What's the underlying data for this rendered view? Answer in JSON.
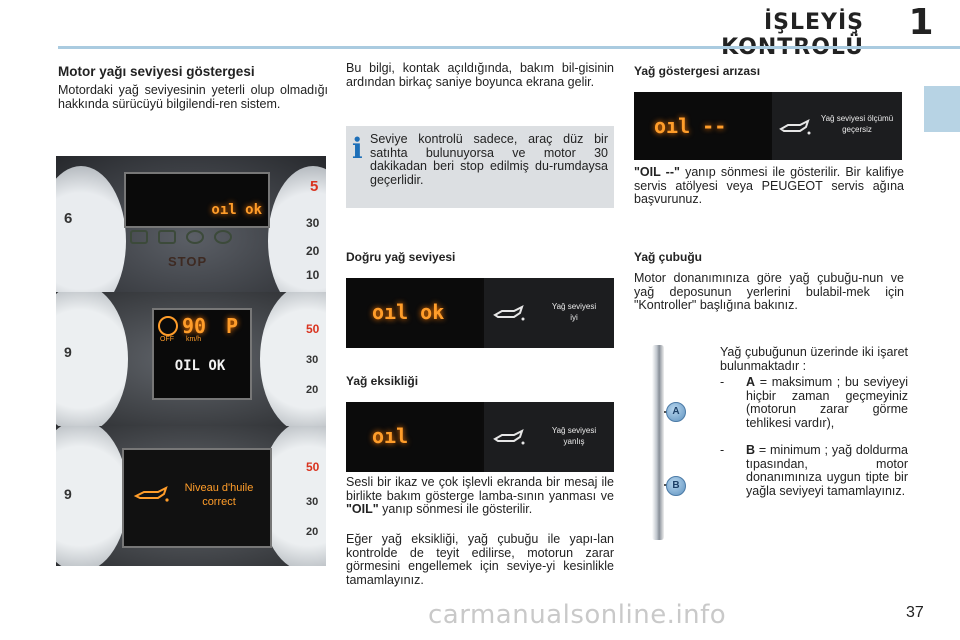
{
  "header": {
    "chapter_title": "İŞLEYİŞ KONTROLÜ",
    "chapter_number": "1"
  },
  "col1": {
    "title": "Motor yağı seviyesi göstergesi",
    "text": "Motordaki yağ seviyesinin yeterli olup olmadığı hakkında sürücüyü bilgilendi-ren sistem.",
    "photo_top": {
      "left_display": "oıl ok",
      "lower_word": "STOP",
      "dial_numbers": [
        "6",
        "5",
        "30",
        "20",
        "10"
      ]
    },
    "photo_mid": {
      "speed": "90",
      "unit": "km/h",
      "gear": "P",
      "off_label": "OFF",
      "message": "OIL OK",
      "dial_numbers": [
        "9",
        "50",
        "30",
        "20"
      ]
    },
    "photo_bottom": {
      "message_line1": "Niveau d'huile",
      "message_line2": "correct",
      "dial_numbers": [
        "9",
        "50",
        "30",
        "20"
      ]
    }
  },
  "col2": {
    "intro": "Bu bilgi, kontak açıldığında, bakım bil-gisinin ardından birkaç saniye boyunca ekrana gelir.",
    "info": "Seviye kontrolü sadece, araç düz bir satıhta bulunuyorsa ve motor 30 dakikadan beri stop edilmiş du-rumdaysa geçerlidir.",
    "correct_title": "Doğru yağ seviyesi",
    "correct_display": "oıl ok",
    "correct_msg_line1": "Yağ seviyesi",
    "correct_msg_line2": "iyi",
    "low_title": "Yağ eksikliği",
    "low_display": "oıl",
    "low_msg_line1": "Yağ seviyesi",
    "low_msg_line2": "yanlış",
    "low_p1_a": "Sesli bir ikaz ve çok işlevli ekranda bir mesaj ile birlikte bakım gösterge lamba-sının yanması ve ",
    "low_p1_bold": "\"OIL\"",
    "low_p1_b": " yanıp sönmesi ile gösterilir.",
    "low_p2": "Eğer yağ eksikliği, yağ çubuğu ile yapı-lan kontrolde de teyit edilirse, motorun zarar görmesini engellemek için seviye-yi kesinlikle tamamlayınız."
  },
  "col3": {
    "fault_title": "Yağ göstergesi arızası",
    "fault_display": "oıl --",
    "fault_msg_line1": "Yağ seviyesi ölçümü",
    "fault_msg_line2": "geçersiz",
    "fault_bold": "\"OIL --\"",
    "fault_text": " yanıp sönmesi ile gösterilir. Bir kalifiye servis atölyesi veya PEUGEOT servis ağına başvurunuz.",
    "dipstick_title": "Yağ çubuğu",
    "dipstick_text": "Motor donanımınıza göre yağ çubuğu-nun ve yağ deposunun yerlerini bulabil-mek için \"Kontroller\" başlığına bakınız.",
    "dipstick_intro": "Yağ çubuğunun üzerinde iki işaret bulunmaktadır :",
    "item_a_letter": "A",
    "item_a_text": " = maksimum ; bu seviyeyi hiçbir zaman geçmeyiniz (motorun zarar görme tehlikesi vardır),",
    "item_b_letter": "B",
    "item_b_text": " = minimum ; yağ doldurma tıpasından, motor donanımınıza uygun tipte bir yağla seviyeyi tamamlayınız.",
    "dash": "-",
    "label_a": "A",
    "label_b": "B"
  },
  "footer": {
    "page_number": "37",
    "watermark": "carmanualsonline.info"
  },
  "colors": {
    "accent_blue": "#aacbe0",
    "info_box": "#dcdfe2",
    "info_i": "#1d6fb8",
    "display_orange": "#ff9d2a"
  }
}
